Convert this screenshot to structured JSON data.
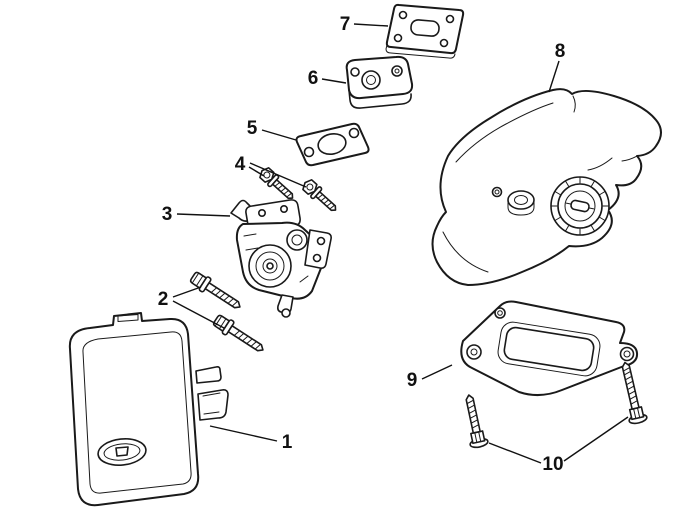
{
  "figure": {
    "type": "exploded-parts-diagram",
    "background": "#ffffff",
    "line_color": "#1a1a1a",
    "callouts": [
      {
        "number": "1"
      },
      {
        "number": "2"
      },
      {
        "number": "3"
      },
      {
        "number": "4"
      },
      {
        "number": "5"
      },
      {
        "number": "6"
      },
      {
        "number": "7"
      },
      {
        "number": "8"
      },
      {
        "number": "9"
      },
      {
        "number": "10"
      }
    ]
  }
}
